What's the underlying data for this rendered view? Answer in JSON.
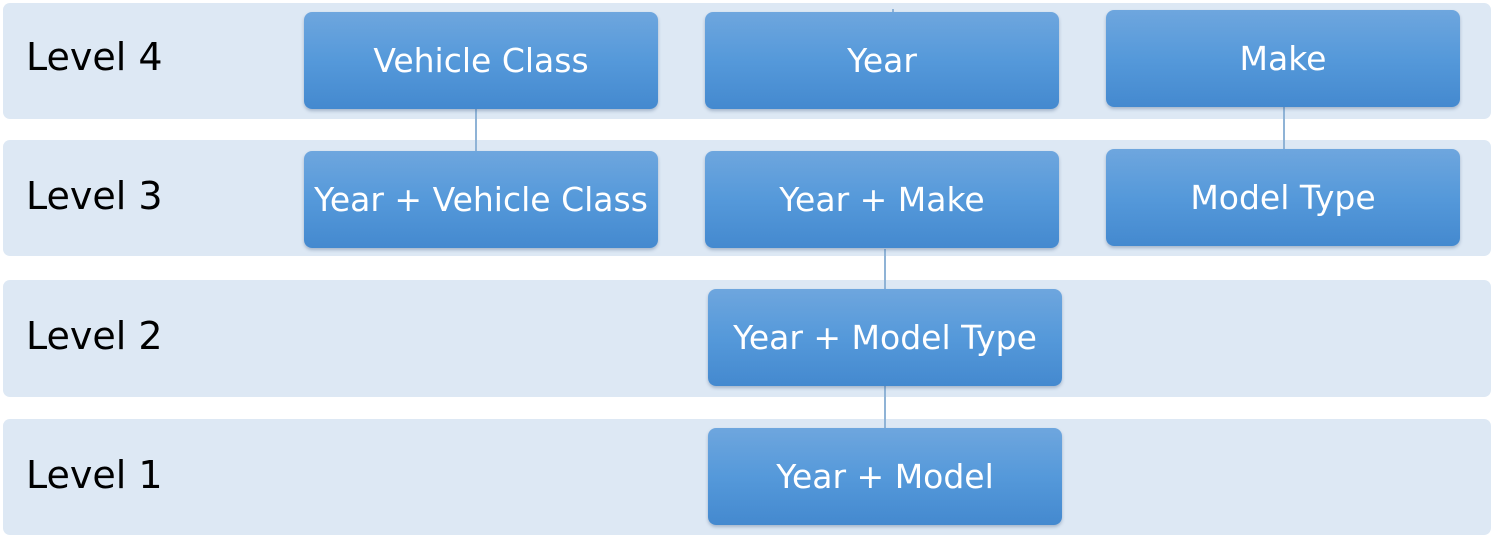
{
  "levels": [
    {
      "label": "Level 4"
    },
    {
      "label": "Level 3"
    },
    {
      "label": "Level 2"
    },
    {
      "label": "Level 1"
    }
  ],
  "nodes": {
    "vehicle_class": "Vehicle Class",
    "year": "Year",
    "make": "Make",
    "year_vehicle_class": "Year + Vehicle Class",
    "year_make": "Year + Make",
    "model_type": "Model Type",
    "year_model_type": "Year + Model Type",
    "year_model": "Year + Model"
  },
  "colors": {
    "band_background": "#dde8f4",
    "node_gradient_top": "#6ea6de",
    "node_gradient_bottom": "#4489cf",
    "node_text": "#ffffff",
    "connector": "#8fb3d6"
  }
}
